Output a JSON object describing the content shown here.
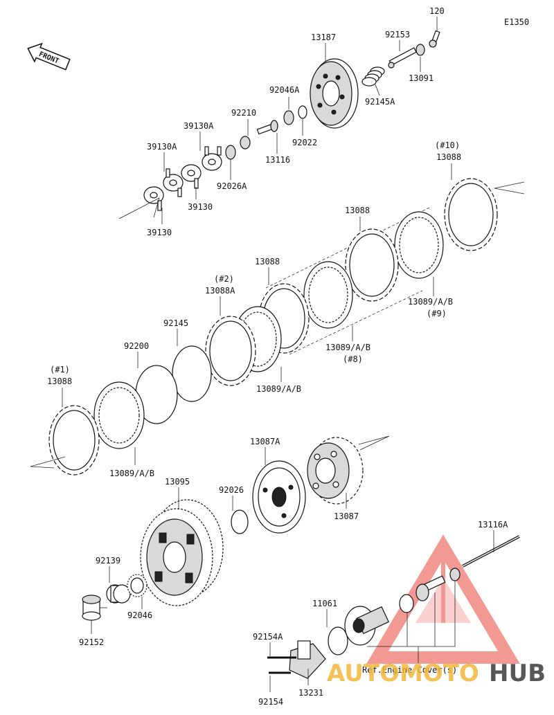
{
  "diagram_code": "E1350",
  "front_label": "FRONT",
  "parts": {
    "p120": "120",
    "p92153": "92153",
    "p13091": "13091",
    "p13187": "13187",
    "p92145A": "92145A",
    "p92046A": "92046A",
    "p92022": "92022",
    "p92210": "92210",
    "p13116": "13116",
    "p39130A_1": "39130A",
    "p39130A_2": "39130A",
    "p92026A": "92026A",
    "p39130_1": "39130",
    "p39130_2": "39130",
    "p10_note": "(#10)",
    "p13088_10": "13088",
    "p13088_top": "13088",
    "p13088_mid": "13088",
    "p2_note": "(#2)",
    "p13088A": "13088A",
    "p13089_9": "13089/A/B",
    "p9_note": "(#9)",
    "p13089_8": "13089/A/B",
    "p8_note": "(#8)",
    "p13089_mid": "13089/A/B",
    "p92145": "92145",
    "p92200": "92200",
    "p1_note": "(#1)",
    "p13088_1": "13088",
    "p13089_1": "13089/A/B",
    "p13087A": "13087A",
    "p13087": "13087",
    "p13095": "13095",
    "p92026": "92026",
    "p13116A": "13116A",
    "p92139": "92139",
    "p92046": "92046",
    "p92152": "92152",
    "p11061": "11061",
    "p92154A": "92154A",
    "p92154": "92154",
    "p13231": "13231",
    "ref_engine_cover": "Ref.Engine Cover(s)"
  },
  "watermark": {
    "text_left": "AUTOMOTO",
    "text_right": "HUB",
    "color_red": "#e8473c",
    "color_gold": "#f2b73a",
    "color_dark": "#3a3a3a"
  }
}
